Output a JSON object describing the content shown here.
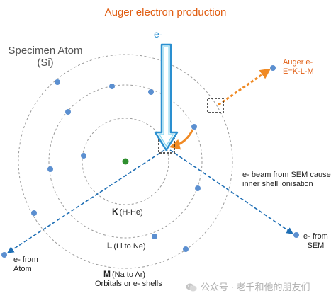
{
  "title": "Auger electron production",
  "beam_label": "e-",
  "specimen": {
    "line1": "Specimen Atom",
    "line2": "(Si)"
  },
  "auger": {
    "line1": "Auger e-",
    "line2": "E=K-L-M"
  },
  "ionisation": {
    "line1": "e- beam from SEM causes",
    "line2": "inner shell ionisation"
  },
  "e_from_sem": {
    "line1": "e- from",
    "line2": "SEM"
  },
  "e_from_atom": {
    "line1": "e- from",
    "line2": "Atom"
  },
  "shells": {
    "k": {
      "letter": "K",
      "range": "(H-He)"
    },
    "l": {
      "letter": "L",
      "range": "(Li to Ne)"
    },
    "m": {
      "letter": "M",
      "range": "(Na to Ar)"
    }
  },
  "orbitals_note": "Orbitals or e- shells",
  "watermark": "公众号 · 老千和他的朋友们",
  "colors": {
    "title": "#e05c10",
    "beam": "#2a8fd0",
    "beam_fill": "#dff5fb",
    "auger_arrow": "#f08a24",
    "scatter_arrow": "#1f6fb5",
    "electron": "#5b8fd0",
    "nucleus": "#2f8f2f",
    "shell": "#9a9a9a"
  },
  "icons": [
    "wechat-icon"
  ]
}
